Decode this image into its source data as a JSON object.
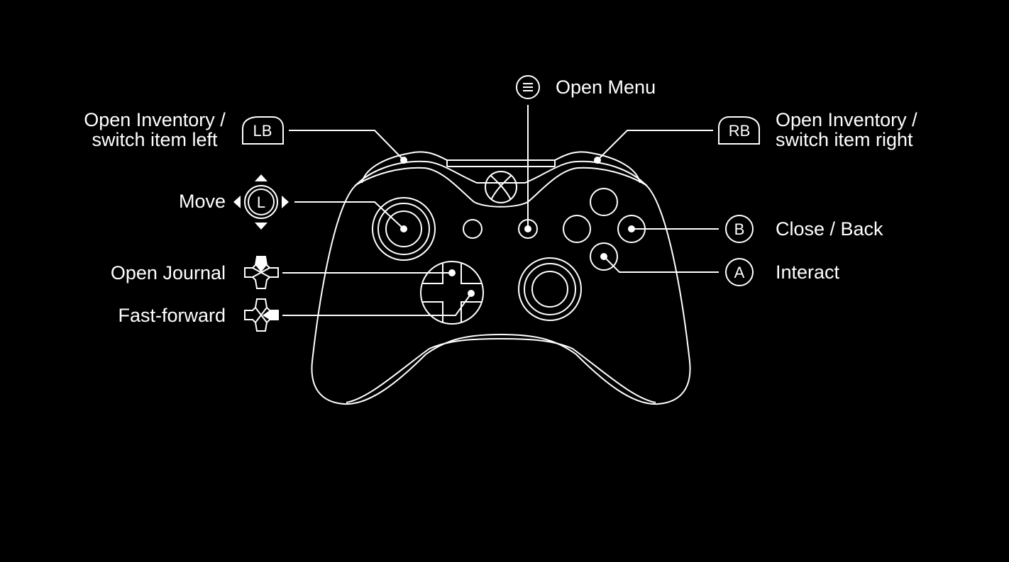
{
  "colors": {
    "background": "#000000",
    "foreground": "#ffffff"
  },
  "labels": {
    "open_menu": "Open Menu",
    "inventory_left_line1": "Open Inventory /",
    "inventory_left_line2": "switch item left",
    "inventory_right_line1": "Open Inventory /",
    "inventory_right_line2": "switch item right",
    "move": "Move",
    "close_back": "Close / Back",
    "open_journal": "Open Journal",
    "interact": "Interact",
    "fast_forward": "Fast-forward"
  },
  "badges": {
    "lb": "LB",
    "rb": "RB",
    "b": "B",
    "a": "A",
    "l": "L"
  },
  "icons": {
    "menu": "menu-button-icon",
    "dpad_up": "dpad-up-icon",
    "dpad_right": "dpad-right-icon",
    "logo": "xbox-logo-icon"
  }
}
